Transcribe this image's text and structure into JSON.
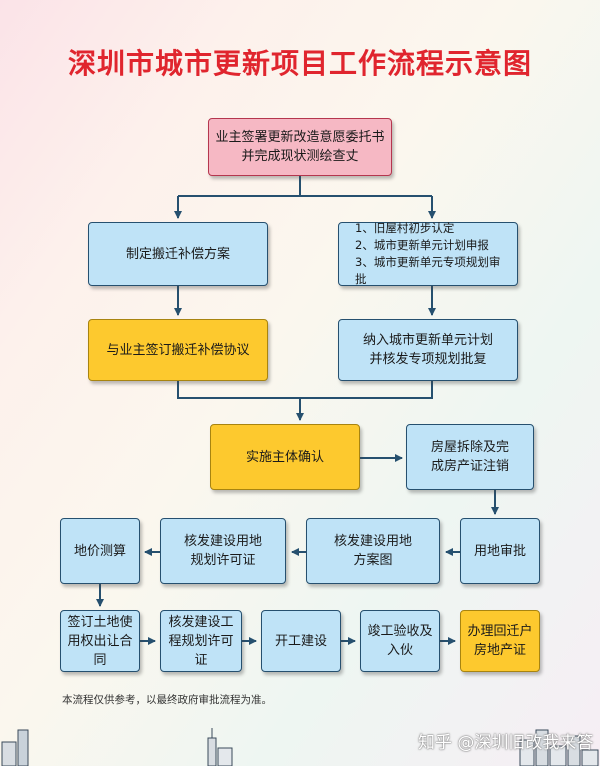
{
  "title": "深圳市城市更新项目工作流程示意图",
  "boxes": {
    "owner_sign": "业主签署更新改造意愿委托书\n并完成现状测绘查丈",
    "compensation_plan": "制定搬迁补偿方案",
    "village_identification": "1、旧屋村初步认定\n2、城市更新单元计划申报\n3、城市更新单元专项规划审批",
    "compensation_agreement": "与业主签订搬迁补偿协议",
    "plan_inclusion": "纳入城市更新单元计划\n并核发专项规划批复",
    "entity_confirmation": "实施主体确认",
    "demolition": "房屋拆除及完\n成房产证注销",
    "land_approval": "用地审批",
    "land_scheme": "核发建设用地\n方案图",
    "land_permit": "核发建设用地\n规划许可证",
    "land_price": "地价测算",
    "land_contract": "签订土地使\n用权出让合同",
    "construction_permit": "核发建设工\n程规划许可证",
    "start_construction": "开工建设",
    "completion": "竣工验收及\n入伙",
    "property_cert": "办理回迁户\n房地产证"
  },
  "note": "本流程仅供参考，以最终政府审批流程为准。",
  "watermark": "知乎 @深圳旧改我来答",
  "colors": {
    "title": "#e0252e",
    "pink": "#f6b8c4",
    "blue": "#bfe3f7",
    "yellow": "#fdc92e",
    "line": "#26506f"
  }
}
